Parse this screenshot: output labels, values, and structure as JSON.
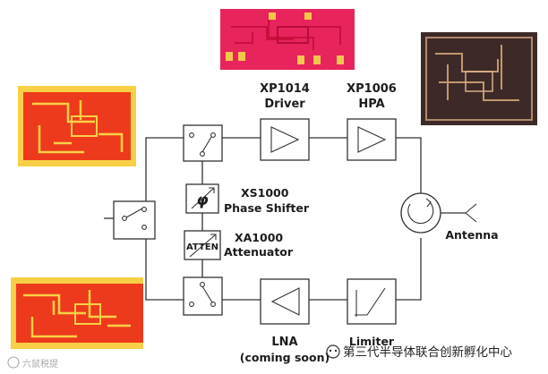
{
  "blocks": {
    "driver": {
      "part": "XP1014",
      "name": "Driver"
    },
    "hpa": {
      "part": "XP1006",
      "name": "HPA"
    },
    "phase_shifter": {
      "part": "XS1000",
      "name": "Phase Shifter",
      "symbol": "φ"
    },
    "attenuator": {
      "part": "XA1000",
      "name": "Attenuator",
      "symbol": "ATTEN"
    },
    "antenna": {
      "name": "Antenna"
    },
    "lna": {
      "name": "LNA",
      "note": "(coming soon)"
    },
    "limiter": {
      "name": "Limiter"
    }
  },
  "watermarks": {
    "bottom_left": "六鼠税提",
    "bottom_right": "第三代半导体联合创新孵化中心"
  },
  "die_photos": [
    {
      "id": "top-center",
      "color": "#e8245c"
    },
    {
      "id": "top-right",
      "color": "#3d2a28"
    },
    {
      "id": "mid-left",
      "color": "#ee3a1c"
    },
    {
      "id": "bottom-left",
      "color": "#ee3a1c"
    }
  ]
}
